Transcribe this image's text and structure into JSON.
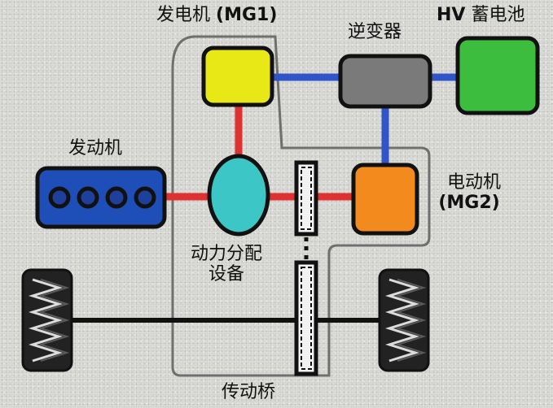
{
  "labels": {
    "generator": "发电机",
    "generator_code": "(MG1)",
    "inverter": "逆变器",
    "battery_prefix": "HV",
    "battery": "蓄电池",
    "engine": "发动机",
    "motor": "电动机",
    "motor_code": "(MG2)",
    "power_split_line1": "动力分配",
    "power_split_line2": "设备",
    "axle": "传动桥"
  },
  "colors": {
    "generator": "#e8e817",
    "inverter": "#7a7a7a",
    "battery": "#3dbd3d",
    "engine": "#1e4fb8",
    "motor": "#f28a1e",
    "power_split": "#3cc6c6",
    "mechanical_link": "#e03131",
    "electrical_link": "#2f55c8",
    "axle_link": "#111111"
  }
}
